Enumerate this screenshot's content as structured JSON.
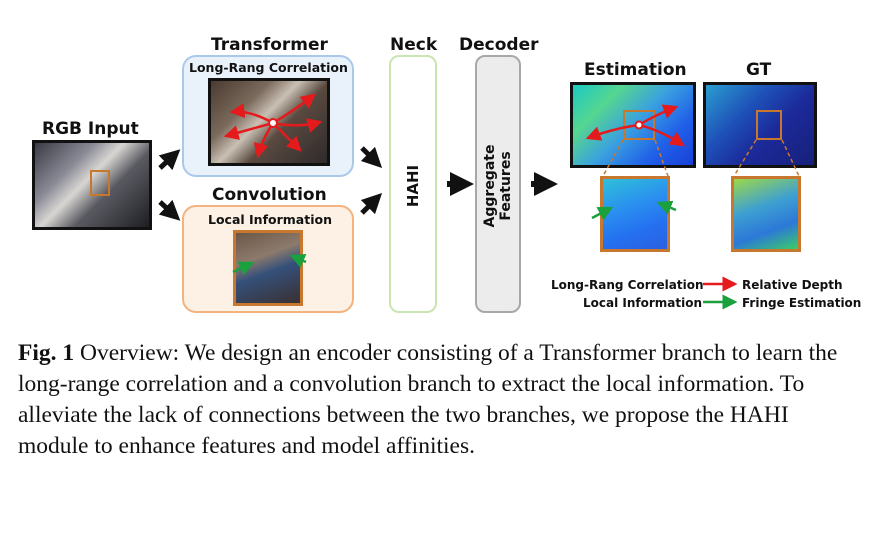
{
  "labels": {
    "rgb_input": "RGB Input",
    "transformer": "Transformer",
    "long_range": "Long-Rang Correlation",
    "convolution": "Convolution",
    "local_info": "Local Information",
    "neck": "Neck",
    "decoder": "Decoder",
    "hahi": "HAHI",
    "aggregate_line1": "Aggregate",
    "aggregate_line2": "Features",
    "estimation": "Estimation",
    "gt": "GT"
  },
  "legend": {
    "long_range": "Long-Rang Correlation",
    "relative_depth": "Relative Depth",
    "local_info": "Local Information",
    "fringe": "Fringe Estimation"
  },
  "caption": {
    "prefix": "Fig. 1",
    "text": " Overview: We design an encoder consisting of a Transformer branch to learn the long-range correlation and a convolution branch to extract the local information. To alleviate the lack of connections between the two branches, we propose the HAHI module to enhance features and model affinities."
  },
  "colors": {
    "transformer_border": "#a9c9ea",
    "transformer_fill": "#e9f2fb",
    "conv_border": "#f2b37e",
    "conv_fill": "#fdf0e4",
    "neck_border": "#c9e6b2",
    "decoder_border": "#a8a8a8",
    "decoder_fill": "#ececec",
    "red_arrow": "#e41a1c",
    "green_arrow": "#1aa03c",
    "crop_border": "#c8782e"
  }
}
